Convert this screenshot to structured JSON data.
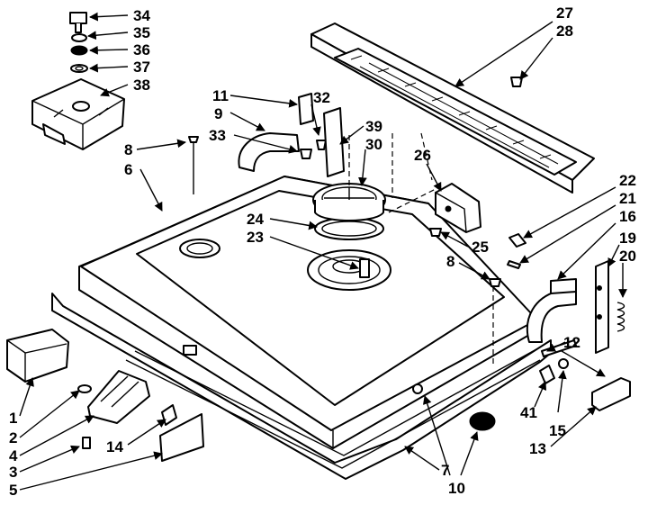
{
  "callouts": {
    "c1": "1",
    "c2": "2",
    "c3": "3",
    "c4": "4",
    "c5": "5",
    "c6": "6",
    "c7": "7",
    "c8a": "8",
    "c8b": "8",
    "c9": "9",
    "c10": "10",
    "c11": "11",
    "c12": "12",
    "c13": "13",
    "c14": "14",
    "c15": "15",
    "c16": "16",
    "c19": "19",
    "c20": "20",
    "c21": "21",
    "c22": "22",
    "c23": "23",
    "c24": "24",
    "c25": "25",
    "c26": "26",
    "c27": "27",
    "c28": "28",
    "c30": "30",
    "c32": "32",
    "c33": "33",
    "c34": "34",
    "c35": "35",
    "c36": "36",
    "c37": "37",
    "c38": "38",
    "c39": "39",
    "c41": "41"
  }
}
